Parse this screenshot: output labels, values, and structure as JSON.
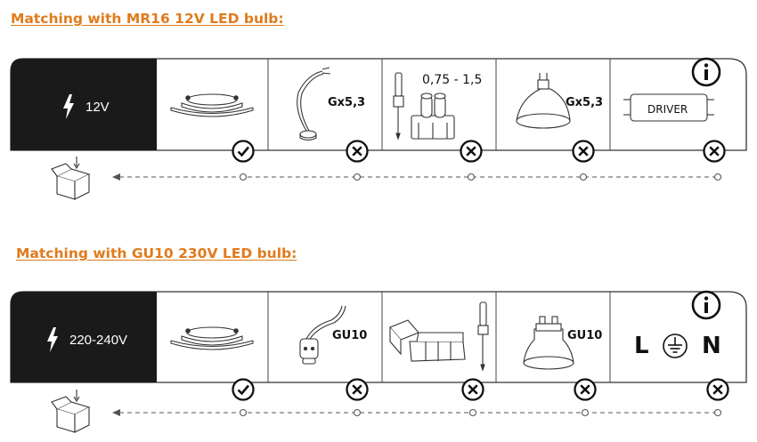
{
  "sections": [
    {
      "title": "Matching with MR16 12V LED bulb:",
      "voltage": "12V",
      "cells": [
        {
          "icon": "downlight-frame-icon",
          "status": "compatible"
        },
        {
          "icon": "gooseneck-lamp-icon",
          "label": "Gx5,3",
          "status": "not-compatible"
        },
        {
          "icon": "screwdriver-terminal-block-icon",
          "label": "0,75 - 1,5",
          "status": "not-compatible"
        },
        {
          "icon": "mr16-bulb-icon",
          "label": "Gx5,3",
          "status": "not-compatible"
        },
        {
          "icon": "driver-box-icon",
          "label": "DRIVER",
          "status": "not-compatible"
        }
      ]
    },
    {
      "title": "Matching with GU10 230V LED bulb:",
      "voltage": "220-240V",
      "cells": [
        {
          "icon": "downlight-frame-icon",
          "status": "compatible"
        },
        {
          "icon": "gu10-socket-icon",
          "label": "GU10",
          "status": "not-compatible"
        },
        {
          "icon": "terminal-block-screwdriver-icon",
          "status": "not-compatible"
        },
        {
          "icon": "gu10-bulb-icon",
          "label": "GU10",
          "status": "not-compatible"
        },
        {
          "icon": "l-ground-n-icon",
          "label_l": "L",
          "label_n": "N",
          "status": "not-compatible"
        }
      ]
    }
  ],
  "colors": {
    "accent": "#e07b1c",
    "dark": "#1a1a1a",
    "line": "#555555"
  }
}
